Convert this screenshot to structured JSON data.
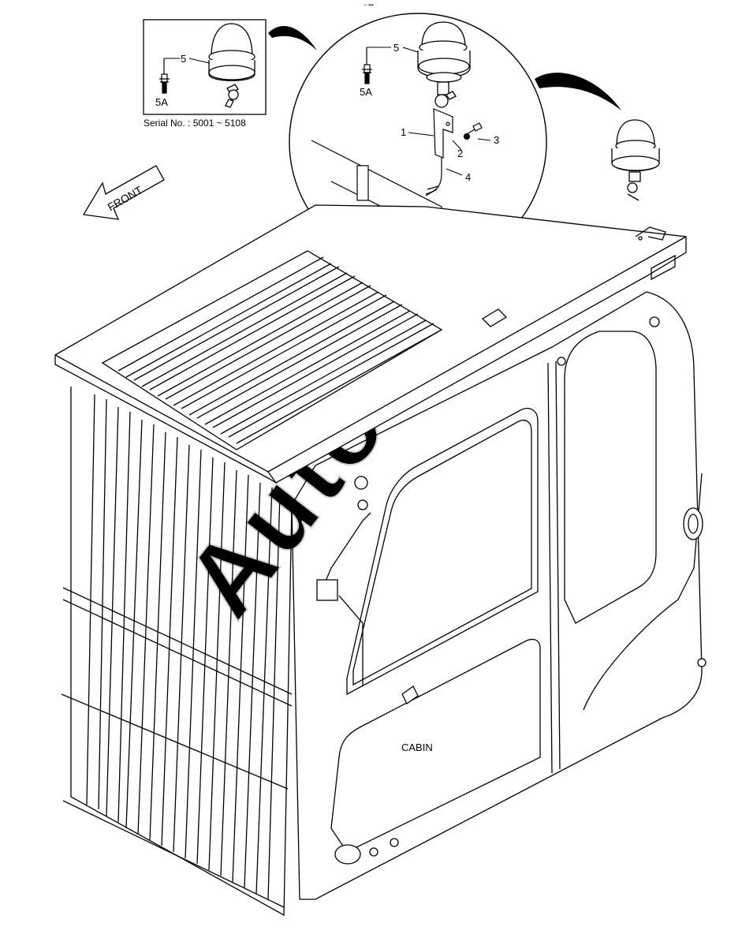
{
  "inset": {
    "serial_caption": "Serial No. : 5001 ~ 5108",
    "callouts": [
      {
        "label": "5"
      },
      {
        "label": "5A"
      }
    ]
  },
  "detail": {
    "callouts": [
      {
        "label": "5"
      },
      {
        "label": "5A"
      },
      {
        "label": "1"
      },
      {
        "label": "2"
      },
      {
        "label": "3"
      },
      {
        "label": "4"
      }
    ]
  },
  "front_arrow": {
    "label": "FRONT"
  },
  "cabin_label": "CABIN",
  "watermark": "AutoSoft",
  "colors": {
    "line": "#000000",
    "watermark": "#d4d4d4",
    "background": "#ffffff"
  }
}
